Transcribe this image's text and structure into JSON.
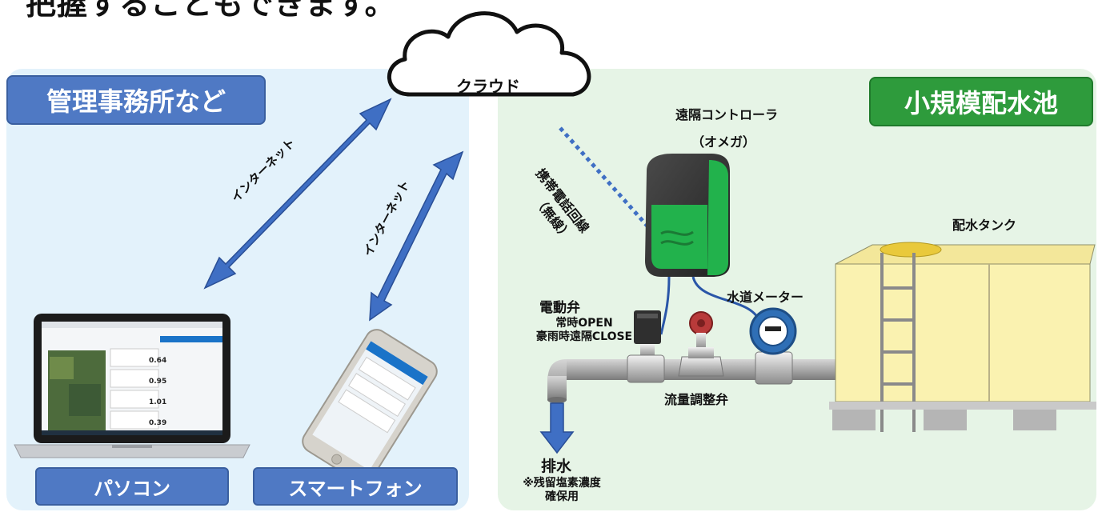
{
  "heading": "把握することもできます。",
  "left_panel": {
    "title": "管理事務所など",
    "pc_label": "パソコン",
    "phone_label": "スマートフォン",
    "pc_link": "インターネット",
    "phone_link": "インターネット"
  },
  "cloud": {
    "label": "クラウド"
  },
  "right_panel": {
    "title": "小規模配水池",
    "wireless_line_1": "携帯電話回線",
    "wireless_line_2": "（無線）",
    "controller_title": "遠隔コントローラ",
    "controller_sub": "（オメガ）",
    "tank_label": "配水タンク",
    "meter_label": "水道メーター",
    "valve_label": "電動弁",
    "valve_note_1": "常時OPEN",
    "valve_note_2": "豪雨時遠隔CLOSE",
    "flow_valve_label": "流量調整弁",
    "drain_label": "排水",
    "drain_note_1": "※残留塩素濃度",
    "drain_note_2": "確保用"
  },
  "screen": {
    "readings": [
      "0.64",
      "0.95",
      "1.01",
      "0.39"
    ]
  },
  "colors": {
    "left_bg": "#e3f2fb",
    "right_bg": "#e6f4e6",
    "blue_badge": "#4f79c4",
    "green_badge": "#2e9b3c",
    "arrow_blue": "#3f6fc4",
    "tank_yellow": "#faf2b0",
    "controller_green": "#22b24c"
  }
}
